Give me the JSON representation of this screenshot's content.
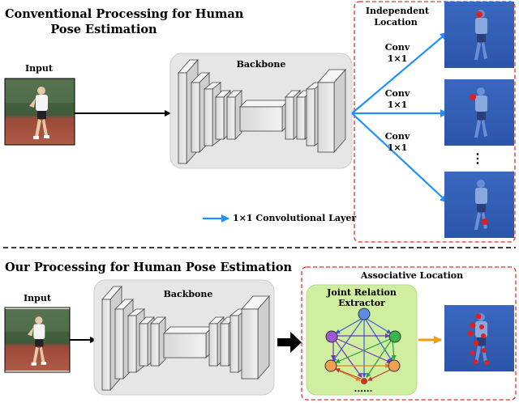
{
  "top": {
    "title_line1": "Conventional Processing for Human",
    "title_line2": "Pose Estimation",
    "input_label": "Input",
    "backbone_label": "Backbone",
    "independent_line1": "Independent",
    "independent_line2": "Location",
    "conv_labels": [
      {
        "line1": "Conv",
        "line2": "1×1"
      },
      {
        "line1": "Conv",
        "line2": "1×1"
      },
      {
        "line1": "Conv",
        "line2": "1×1"
      }
    ],
    "ellipsis": "⋮",
    "legend_label": "1×1 Convolutional Layer"
  },
  "bottom": {
    "title": "Our Processing for Human Pose Estimation",
    "input_label": "Input",
    "backbone_label": "Backbone",
    "associative_label": "Associative Location",
    "extractor_line1": "Joint Relation",
    "extractor_line2": "Extractor",
    "dots": "......"
  },
  "colors": {
    "blue_arrow": "#1e90ff",
    "orange_arrow": "#f39c12",
    "dashed_border": "#e03030",
    "extractor_bg": "#cfeea0",
    "heatmap_blue": "#2f5fb8",
    "joint_red": "#e02020"
  },
  "icons": {
    "input_image": "person-photo",
    "heatmaps": "heatmap-image"
  }
}
